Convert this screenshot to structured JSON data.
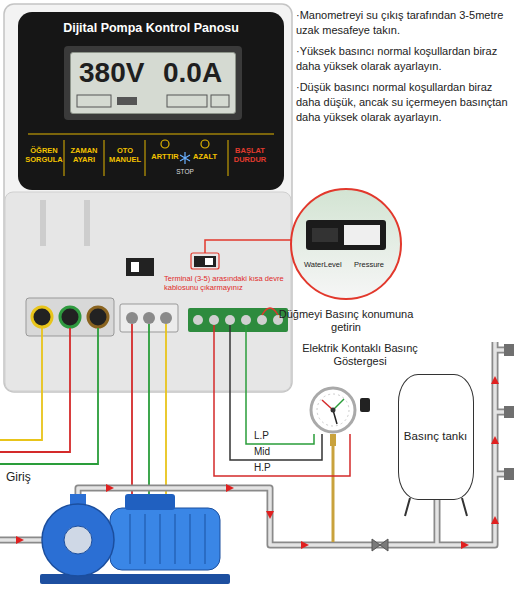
{
  "diagram": {
    "nodes": [
      {
        "text": [
          "Dijital Pompa Kontrol Panosu"
        ]
      },
      {
        "text": [
          "380V",
          "0.0A"
        ],
        "in": 0
      },
      {
        "text": [
          "WaterLevel",
          "Pressure",
          "Düğmeyi Basınç konumuna getirin"
        ]
      },
      {
        "text": [
          "Elektrik Kontaklı Basınç Göstergesi"
        ]
      },
      {
        "text": [
          "Basınç tankı"
        ]
      }
    ],
    "edges": [
      {
        "from": 0,
        "to": 3,
        "label": "L.P",
        "arrow": "none"
      },
      {
        "from": 0,
        "to": 3,
        "label": "Mid",
        "arrow": "none"
      },
      {
        "from": 0,
        "to": 3,
        "label": "H.P",
        "arrow": "none"
      }
    ],
    "labels": [
      "·Manometreyi su çıkış tarafından 3-5metre uzak mesafeye takın.",
      "·Yüksek basıncı normal koşullardan biraz daha yüksek olarak ayarlayın.",
      "·Düşük basıncı normal koşullardan biraz daha düşük, ancak su içermeyen basınçtan daha yüksek olarak ayarlayın.",
      "ÖĞREN SORGULA",
      "ZAMAN AYARI",
      "OTO MANUEL",
      "ARTTIR",
      "AZALT",
      "STOP",
      "BAŞLAT DURDUR",
      "Terminal (3-5) arasındaki kısa devre kablosunu çıkarmayınız",
      "Giriş"
    ]
  }
}
